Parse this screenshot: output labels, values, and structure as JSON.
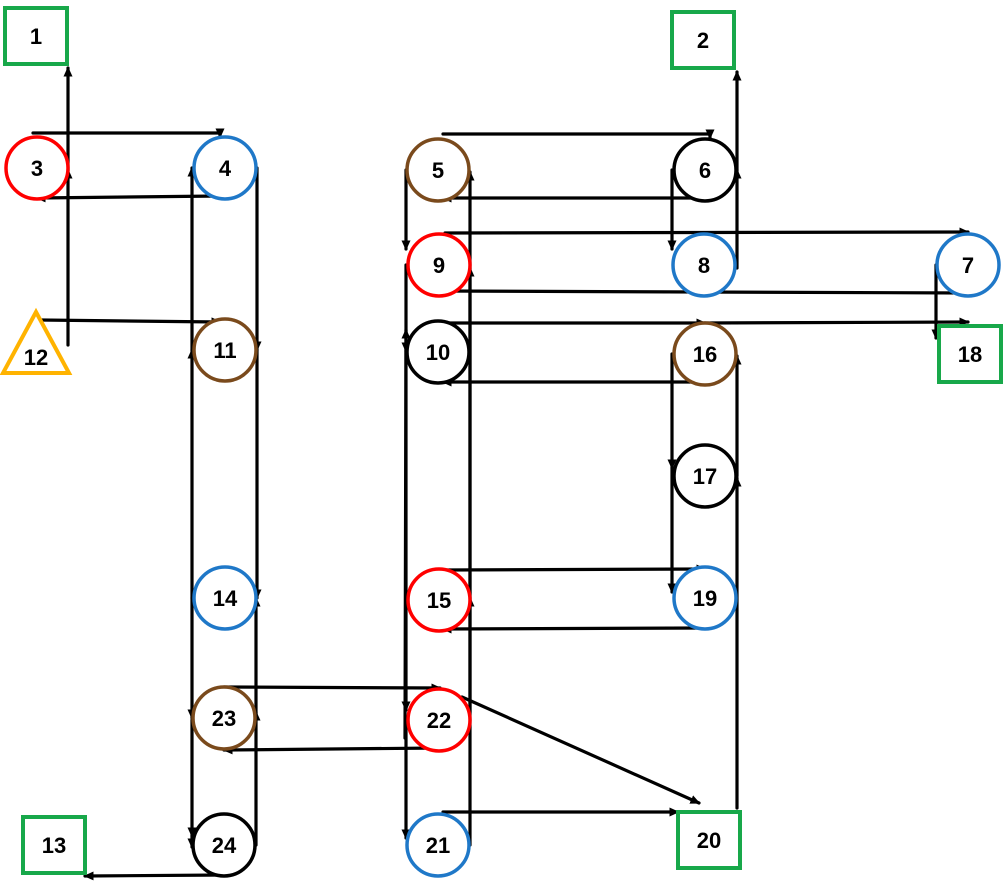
{
  "colors": {
    "red": "#ff0000",
    "blue": "#1f78c8",
    "brown": "#7a4a1c",
    "black": "#000000",
    "green": "#18a84a",
    "yellow": "#ffb300"
  },
  "nodes": [
    {
      "id": "1",
      "shape": "square",
      "color": "green"
    },
    {
      "id": "2",
      "shape": "square",
      "color": "green"
    },
    {
      "id": "3",
      "shape": "circle",
      "color": "red"
    },
    {
      "id": "4",
      "shape": "circle",
      "color": "blue"
    },
    {
      "id": "5",
      "shape": "circle",
      "color": "brown"
    },
    {
      "id": "6",
      "shape": "circle",
      "color": "black"
    },
    {
      "id": "7",
      "shape": "circle",
      "color": "blue"
    },
    {
      "id": "8",
      "shape": "circle",
      "color": "blue"
    },
    {
      "id": "9",
      "shape": "circle",
      "color": "red"
    },
    {
      "id": "10",
      "shape": "circle",
      "color": "black"
    },
    {
      "id": "11",
      "shape": "circle",
      "color": "brown"
    },
    {
      "id": "12",
      "shape": "triangle",
      "color": "yellow"
    },
    {
      "id": "13",
      "shape": "square",
      "color": "green"
    },
    {
      "id": "14",
      "shape": "circle",
      "color": "blue"
    },
    {
      "id": "15",
      "shape": "circle",
      "color": "red"
    },
    {
      "id": "16",
      "shape": "circle",
      "color": "brown"
    },
    {
      "id": "17",
      "shape": "circle",
      "color": "black"
    },
    {
      "id": "18",
      "shape": "square",
      "color": "green"
    },
    {
      "id": "19",
      "shape": "circle",
      "color": "blue"
    },
    {
      "id": "20",
      "shape": "square",
      "color": "green"
    },
    {
      "id": "21",
      "shape": "circle",
      "color": "blue"
    },
    {
      "id": "22",
      "shape": "circle",
      "color": "red"
    },
    {
      "id": "23",
      "shape": "circle",
      "color": "brown"
    },
    {
      "id": "24",
      "shape": "circle",
      "color": "black"
    }
  ],
  "edges": [
    [
      "3",
      "4"
    ],
    [
      "4",
      "3"
    ],
    [
      "12",
      "3"
    ],
    [
      "3",
      "1"
    ],
    [
      "12",
      "11"
    ],
    [
      "4",
      "11"
    ],
    [
      "11",
      "4"
    ],
    [
      "4",
      "14"
    ],
    [
      "14",
      "11"
    ],
    [
      "11",
      "23"
    ],
    [
      "14",
      "23"
    ],
    [
      "23",
      "14"
    ],
    [
      "23",
      "24"
    ],
    [
      "24",
      "23"
    ],
    [
      "24",
      "13"
    ],
    [
      "23",
      "22"
    ],
    [
      "22",
      "23"
    ],
    [
      "22",
      "20"
    ],
    [
      "5",
      "6"
    ],
    [
      "6",
      "5"
    ],
    [
      "5",
      "9"
    ],
    [
      "6",
      "8"
    ],
    [
      "8",
      "6"
    ],
    [
      "6",
      "2"
    ],
    [
      "9",
      "7"
    ],
    [
      "7",
      "9"
    ],
    [
      "7",
      "18"
    ],
    [
      "9",
      "10"
    ],
    [
      "10",
      "16"
    ],
    [
      "16",
      "10"
    ],
    [
      "10",
      "18"
    ],
    [
      "10",
      "22"
    ],
    [
      "22",
      "10"
    ],
    [
      "16",
      "17"
    ],
    [
      "16",
      "19"
    ],
    [
      "17",
      "16"
    ],
    [
      "20",
      "17"
    ],
    [
      "15",
      "19"
    ],
    [
      "19",
      "15"
    ],
    [
      "15",
      "5"
    ],
    [
      "21",
      "15"
    ],
    [
      "22",
      "21"
    ],
    [
      "21",
      "9"
    ],
    [
      "21",
      "20"
    ]
  ]
}
